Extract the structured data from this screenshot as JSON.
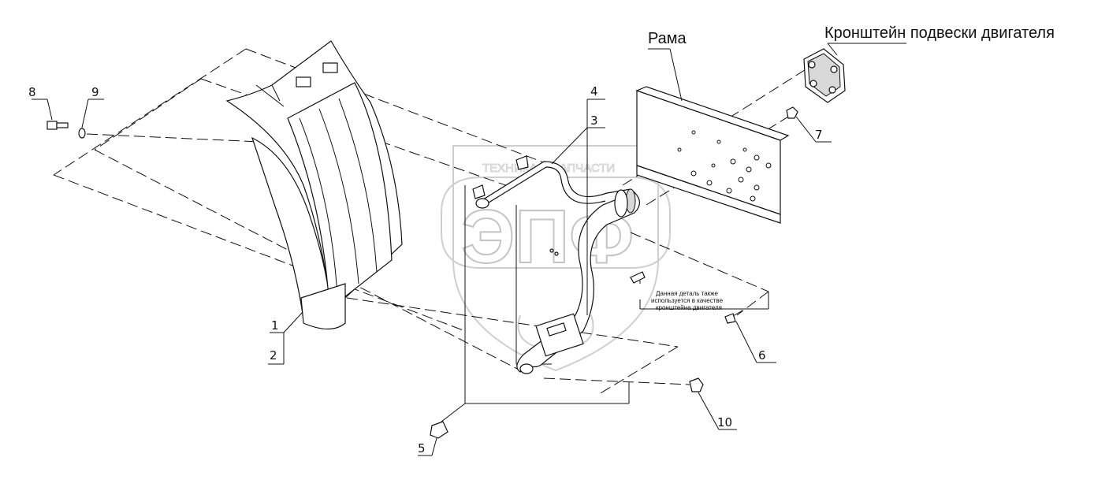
{
  "watermark": {
    "top_text": "ТЕХНИКА И ЗАПЧАСТИ",
    "logo_text": "ЭПФ"
  },
  "callouts": {
    "frame": "Рама",
    "engine_bracket": "Кронштейн подвески двигателя"
  },
  "note": {
    "line1": "Данная деталь также",
    "line2": "используется в качестве",
    "line3": "кронштейна двигателя"
  },
  "part_numbers": {
    "p1": "1",
    "p2": "2",
    "p3": "3",
    "p4": "4",
    "p5": "5",
    "p6": "6",
    "p7": "7",
    "p8": "8",
    "p9": "9",
    "p10": "10"
  }
}
